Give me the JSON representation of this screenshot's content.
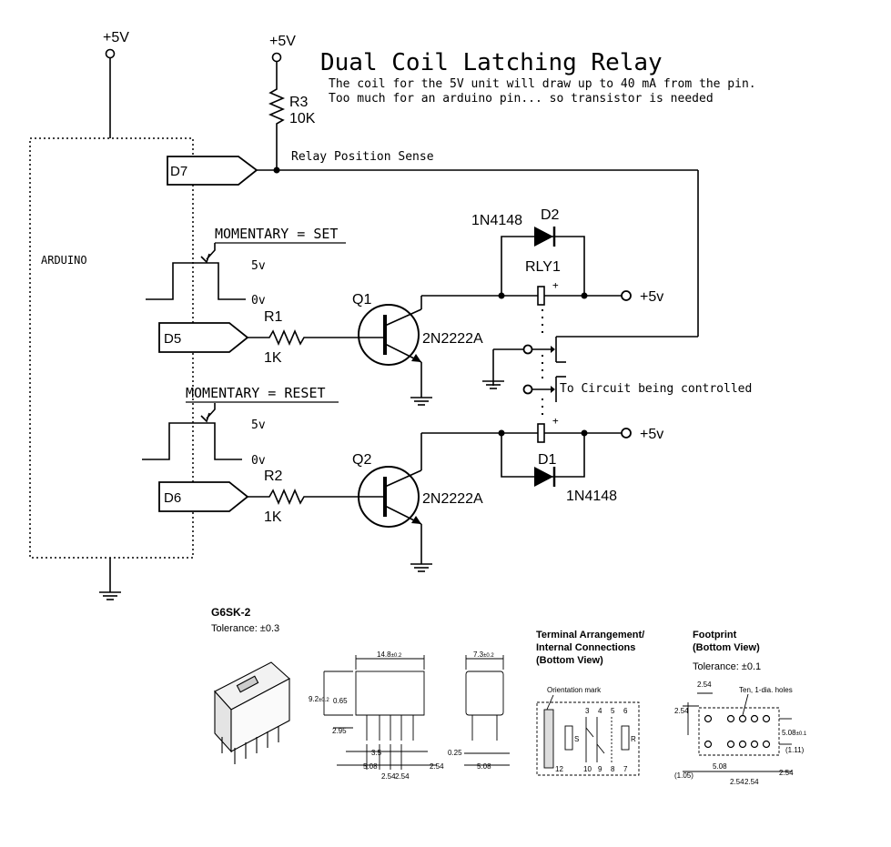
{
  "schematic": {
    "title": "Dual Coil Latching Relay",
    "note_line1": "The coil for the 5V unit will draw up to 40 mA from the pin.",
    "note_line2": "Too much for an arduino pin... so transistor is needed",
    "vcc_left": "+5V",
    "vcc_r3": "+5V",
    "r3_ref": "R3",
    "r3_val": "10K",
    "sense_label": "Relay Position Sense",
    "arduino_label": "ARDUINO",
    "pin_d7": "D7",
    "pin_d5": "D5",
    "pin_d6": "D6",
    "set_label": "MOMENTARY = SET",
    "reset_label": "MOMENTARY = RESET",
    "level_hi": "5v",
    "level_lo": "0v",
    "r1_ref": "R1",
    "r1_val": "1K",
    "r2_ref": "R2",
    "r2_val": "1K",
    "q1_ref": "Q1",
    "q2_ref": "Q2",
    "q_part": "2N2222A",
    "d2_ref": "D2",
    "d1_ref": "D1",
    "diode_part": "1N4148",
    "rly_ref": "RLY1",
    "vcc_rail": "+5v",
    "coil_plus": "+",
    "controlled_label": "To Circuit being controlled"
  },
  "datasheet": {
    "part_name": "G6SK-2",
    "tolerance_main": "Tolerance: ±0.3",
    "dim_width": "14.8",
    "dim_width_tol": "±0.2",
    "dim_height": "9.2",
    "dim_height_tol": "±0.2",
    "dim_065": "0.65",
    "dim_295": "2.95",
    "dim_35": "3.5",
    "dim_508": "5.08",
    "dim_254a": "2.54",
    "dim_254b": "2.54",
    "dim_254c": "2.54",
    "dim_side_w": "7.3",
    "dim_side_tol": "±0.2",
    "dim_025": "0.25",
    "dim_side_508": "5.08",
    "terminal_title1": "Terminal Arrangement/",
    "terminal_title2": "Internal Connections",
    "terminal_title3": "(Bottom View)",
    "orientation_mark": "Orientation mark",
    "pins_top": [
      "3",
      "4",
      "5",
      "6"
    ],
    "pins_bottom": [
      "12",
      "10",
      "9",
      "8",
      "7"
    ],
    "pin_s": "S",
    "pin_r": "R",
    "footprint_title1": "Footprint",
    "footprint_title2": "(Bottom View)",
    "tolerance_fp": "Tolerance: ±0.1",
    "fp_254_top": "2.54",
    "fp_holes": "Ten, 1-dia. holes",
    "fp_254_left": "2.54",
    "fp_508_right": "5.08",
    "fp_508_right_tol": "±0.1",
    "fp_111": "(1.11)",
    "fp_105": "(1.05)",
    "fp_508_bottom": "5.08",
    "fp_254_b1": "2.54",
    "fp_254_b2": "2.54",
    "fp_254_b3": "2.54"
  }
}
